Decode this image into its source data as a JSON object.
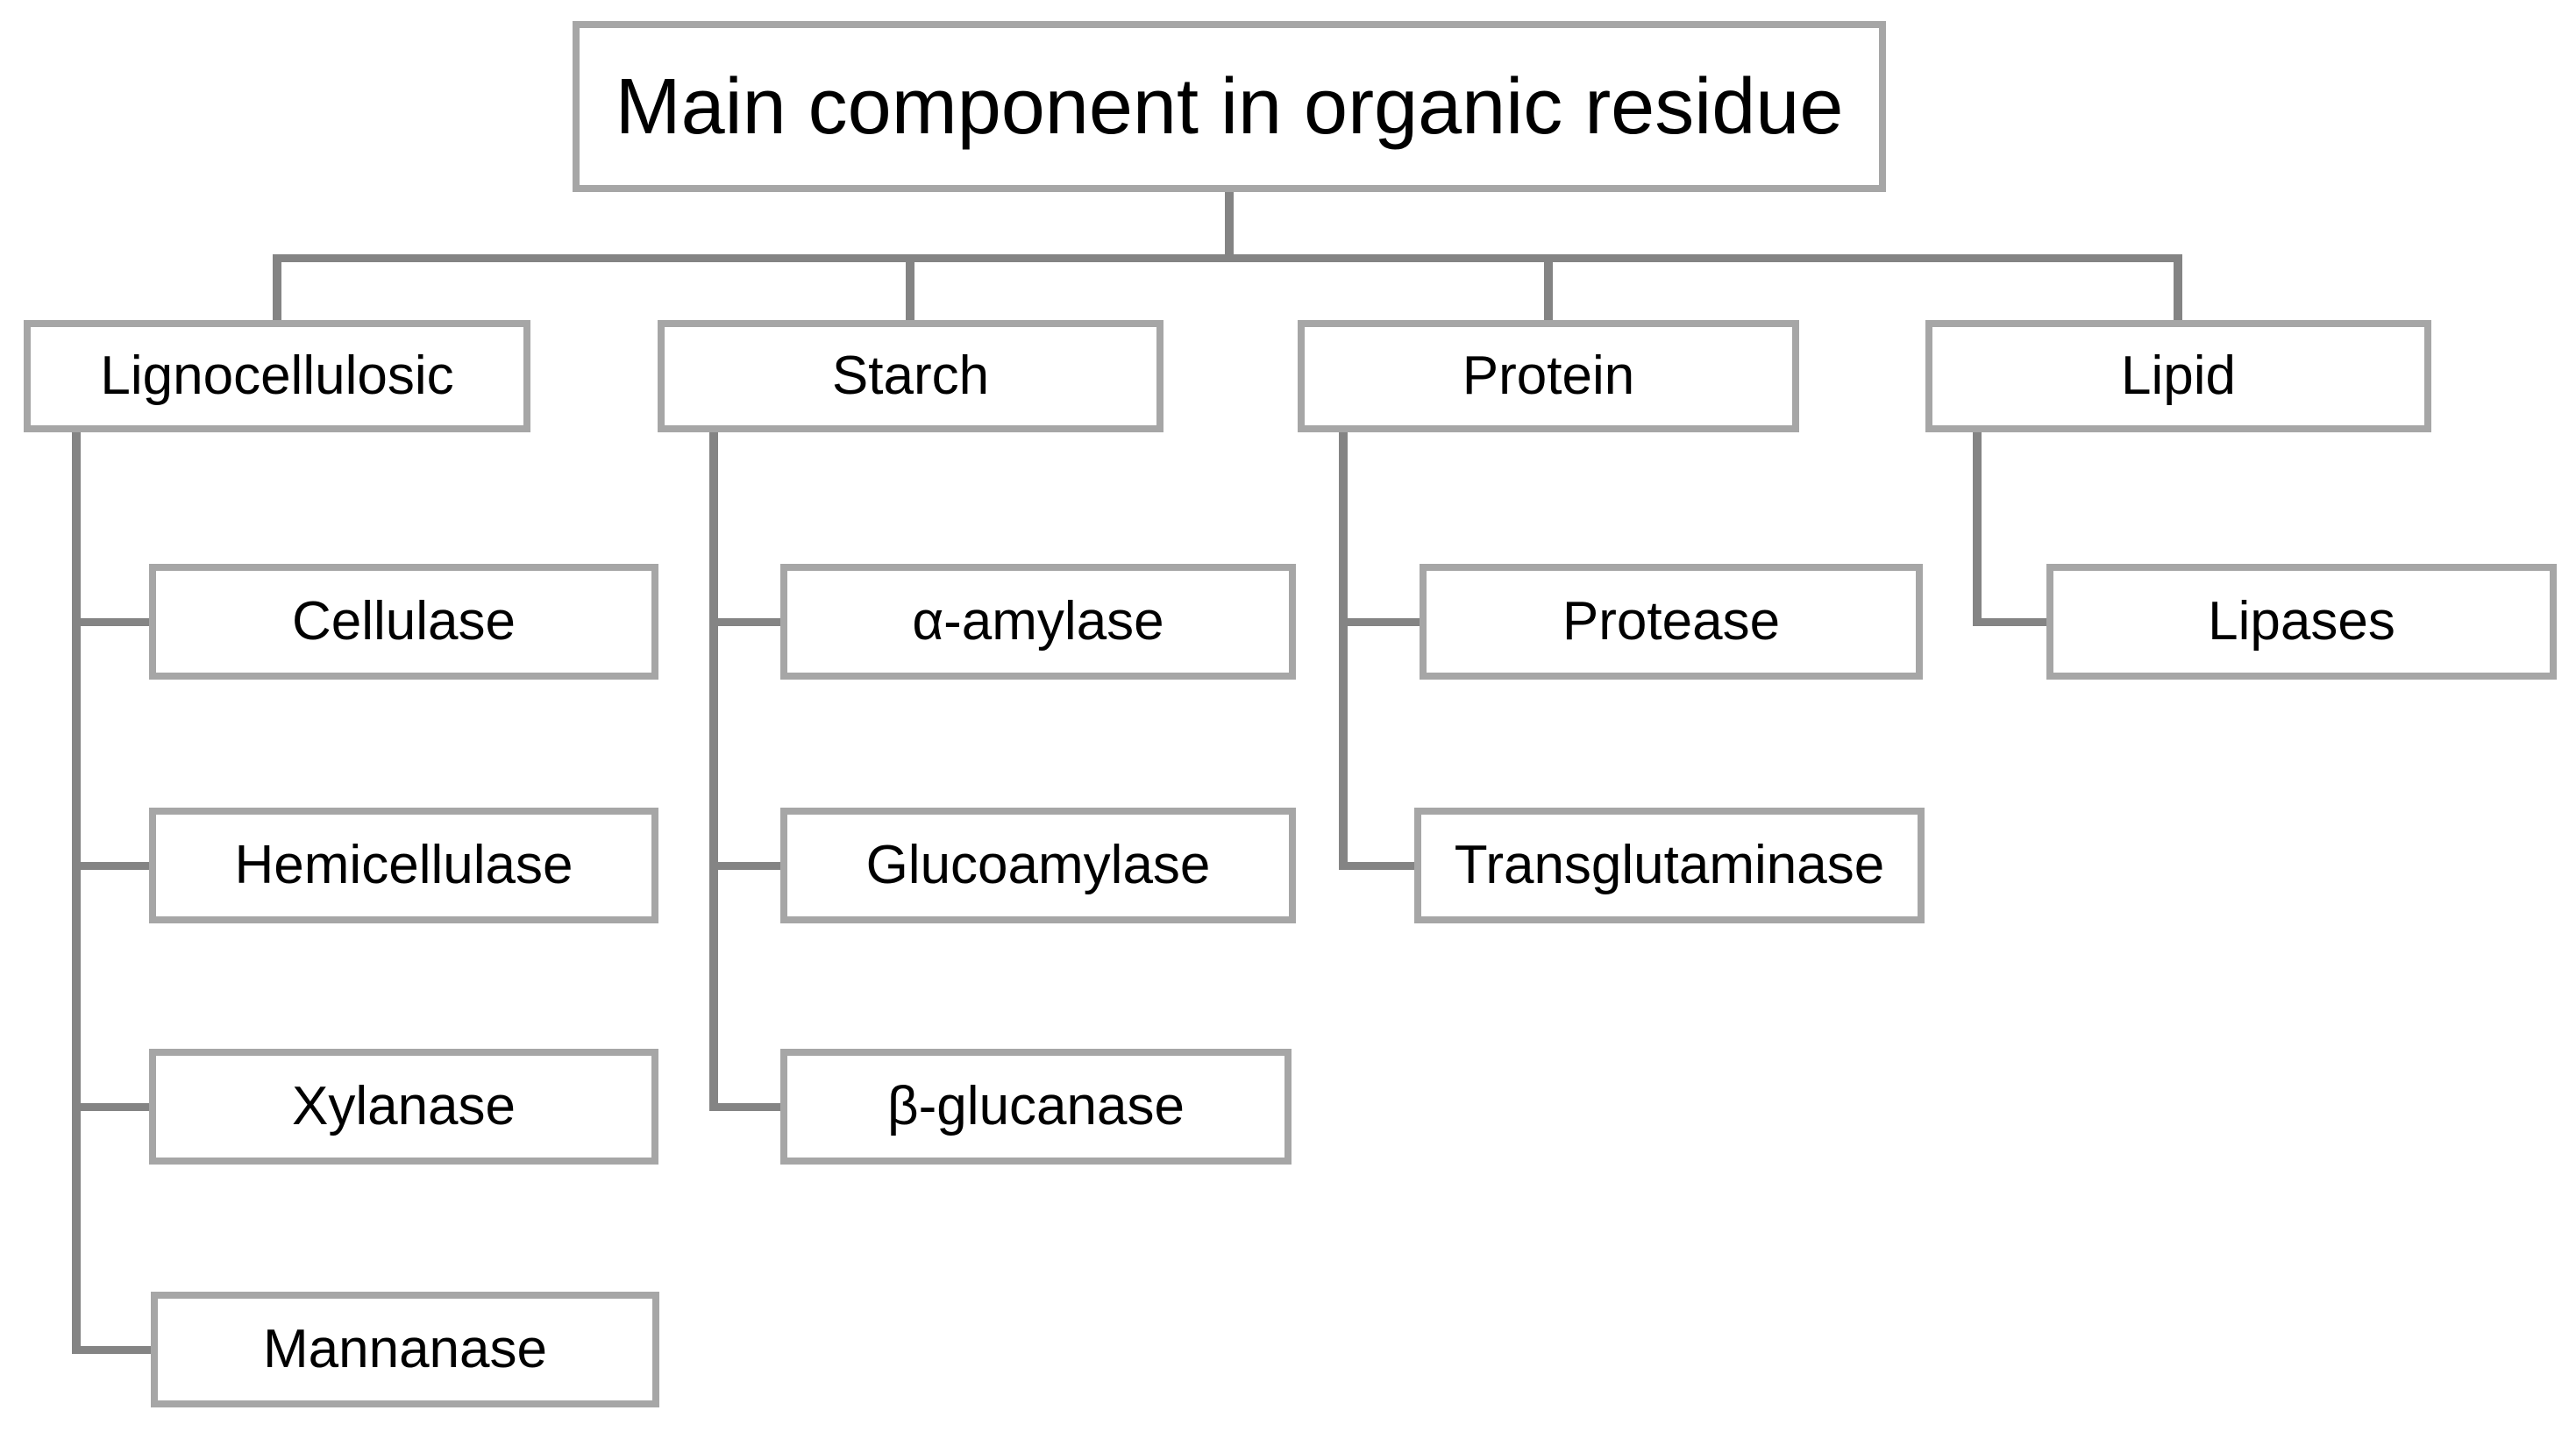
{
  "diagram": {
    "root": {
      "label": "Main component in organic residue"
    },
    "branches": [
      {
        "label": "Lignocellulosic",
        "children": [
          "Cellulase",
          "Hemicellulase",
          "Xylanase",
          "Mannanase"
        ]
      },
      {
        "label": "Starch",
        "children": [
          "α-amylase",
          "Glucoamylase",
          "β-glucanase"
        ]
      },
      {
        "label": "Protein",
        "children": [
          "Protease",
          "Transglutaminase"
        ]
      },
      {
        "label": "Lipid",
        "children": [
          "Lipases"
        ]
      }
    ],
    "colors": {
      "border": "#a6a6a6",
      "connector": "#848484",
      "text": "#000000",
      "background": "#ffffff"
    }
  }
}
